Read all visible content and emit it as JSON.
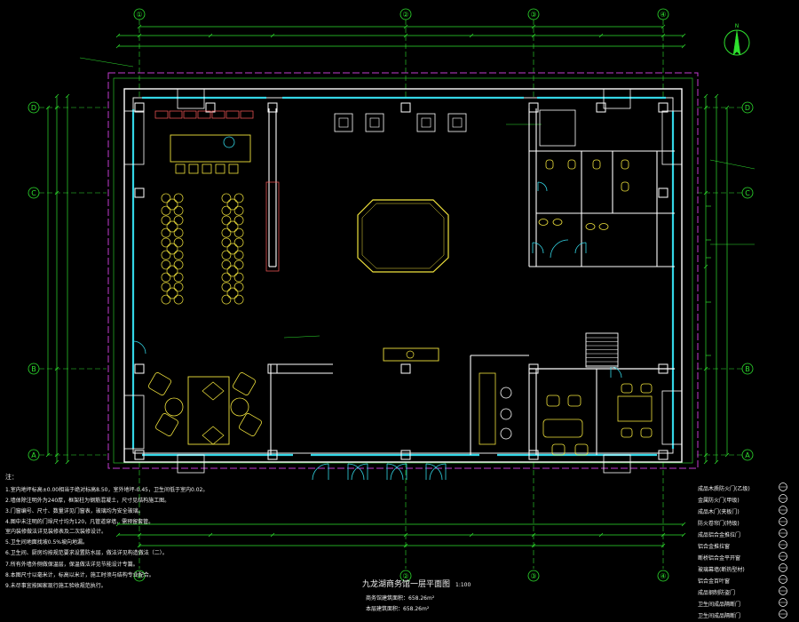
{
  "drawing": {
    "title": "九龙湖商务馆一层平面图",
    "scale": "1:100",
    "area_lines": [
      "商务馆建筑面积：658.26m²",
      "本层建筑面积：658.26m²"
    ],
    "notes_heading": "注：",
    "notes": [
      "1.室内地坪标高±0.00相当于绝对标高8.50，室外地坪-0.45，卫生间低于室内0.02。",
      "2.墙体除注明外为240厚，框架柱为钢筋混凝土，尺寸见结构施工图。",
      "3.门窗编号、尺寸、数量详见门窗表，玻璃均为安全玻璃。",
      "4.图中未注明的门垛尺寸均为120，凡管道穿墙，需预留套管。",
      "   室内装修做法详见装修表及二次装修设计。",
      "5.卫生间地面找坡0.5%坡向地漏。",
      "6.卫生间、厨房均按规范要求设置防水层，做法详见构造做法（二）。",
      "7.所有外墙外侧做保温层，保温做法详见节能设计专篇。",
      "8.本图尺寸以毫米计，标高以米计，施工时须与结构专业配合。",
      "9.未尽事宜按国家现行施工验收规范执行。"
    ],
    "legend_items": [
      "成品木质防火门(乙级)",
      "金属防火门(甲级)",
      "成品木门(夹板门)",
      "防火卷帘门(特级)",
      "成品铝合金推拉门",
      "铝合金推拉窗",
      "断桥铝合金平开窗",
      "玻璃幕墙(断热型材)",
      "铝合金百叶窗",
      "成品钢制防盗门",
      "卫生间成品隔断门",
      "卫生间成品隔断门"
    ],
    "axes": {
      "top": [
        "①",
        "②",
        "③",
        "④"
      ],
      "left": [
        "D",
        "C",
        "B",
        "A"
      ],
      "north": "N"
    },
    "colors": {
      "background": "#000000",
      "dims": "#2ee02e",
      "walls": "#ffffff",
      "glass": "#33d6e6",
      "furniture": "#f0e23c",
      "doors": "#ff5a5a",
      "boundary": "#c23bd1",
      "text": "#f2f2f2"
    }
  }
}
